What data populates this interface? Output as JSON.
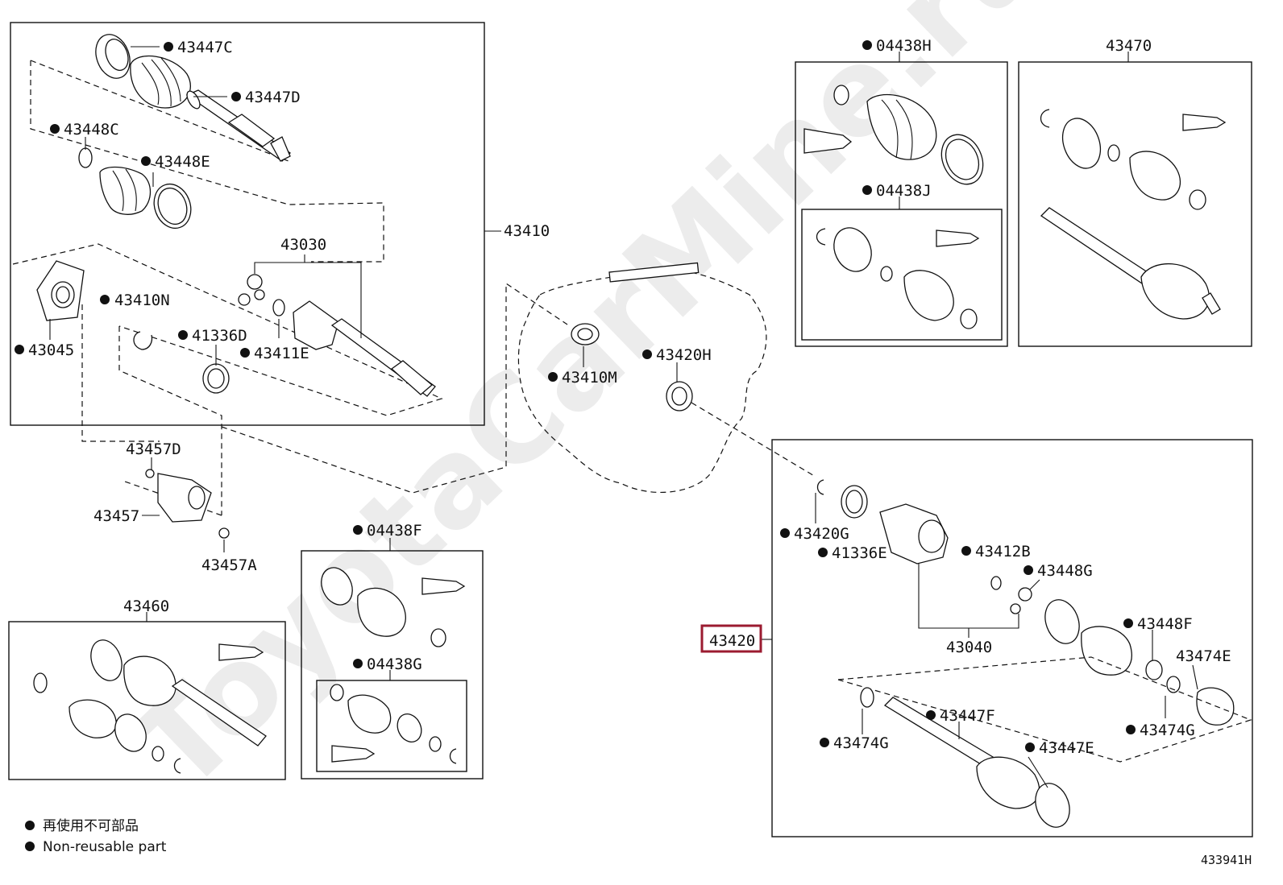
{
  "watermark": "ToyotaCarMine.ru",
  "figure_code": "433941H",
  "legend": {
    "line_jp": "再使用不可部品",
    "line_en": "Non-reusable part"
  },
  "highlight_color": "#9b1b30",
  "labels": {
    "p43447C": "43447C",
    "p43447D": "43447D",
    "p43448C": "43448C",
    "p43448E": "43448E",
    "p43410": "43410",
    "p43030": "43030",
    "p43410N": "43410N",
    "p41336D": "41336D",
    "p43411E": "43411E",
    "p43045": "43045",
    "p43457D": "43457D",
    "p43457": "43457",
    "p43457A": "43457A",
    "p43410M": "43410M",
    "p43420H": "43420H",
    "p04438H": "04438H",
    "p04438J": "04438J",
    "p43470": "43470",
    "p04438F": "04438F",
    "p04438G": "04438G",
    "p43460": "43460",
    "p43420": "43420",
    "p43420G": "43420G",
    "p41336E": "41336E",
    "p43412B": "43412B",
    "p43448G": "43448G",
    "p43040": "43040",
    "p43448F": "43448F",
    "p43474E": "43474E",
    "p43474G_left": "43474G",
    "p43474G_right": "43474G",
    "p43447F": "43447F",
    "p43447E": "43447E"
  }
}
